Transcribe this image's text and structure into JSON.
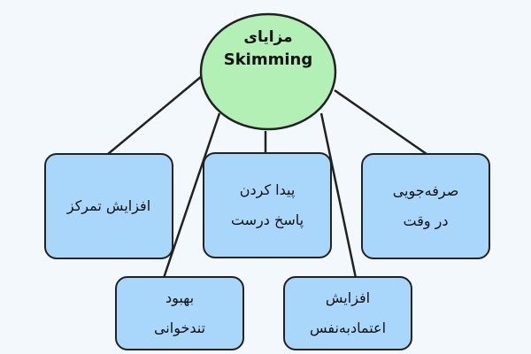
{
  "hub": {
    "line1": "مزایای",
    "line2": "Skimming"
  },
  "benefits": [
    {
      "text": "افزایش تمرکز"
    },
    {
      "line1": "پیدا کردن",
      "line2": "پاسخ درست"
    },
    {
      "line1": "صرفه‌جویی",
      "line2": "در وقت"
    },
    {
      "line1": "بهبود",
      "line2": "تندخوانی"
    },
    {
      "line1": "افزایش",
      "line2": "اعتمادبه‌نفس"
    }
  ],
  "colors": {
    "hub": "#b2f0b6",
    "box": "#a9d7fb",
    "stroke": "#222222",
    "background": "#f3f8fc"
  }
}
